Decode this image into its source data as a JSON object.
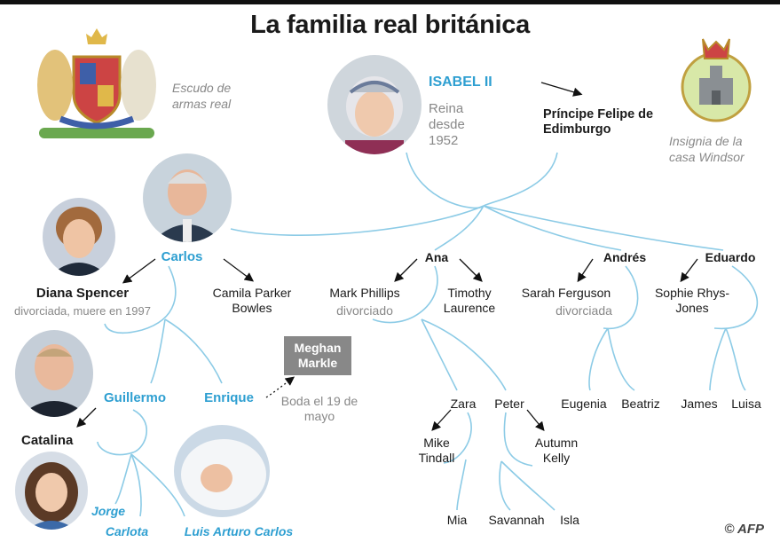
{
  "title": "La familia real británica",
  "emblems": {
    "arms_caption": "Escudo de armas real",
    "windsor_caption": "Insignia de la casa Windsor"
  },
  "queen": {
    "name": "ISABEL II",
    "subtitle": "Reina desde 1952"
  },
  "philip": {
    "name": "Príncipe Felipe de Edimburgo"
  },
  "children": {
    "carlos": "Carlos",
    "ana": "Ana",
    "andres": "Andrés",
    "eduardo": "Eduardo"
  },
  "spouses": {
    "diana": {
      "name": "Diana Spencer",
      "note": "divorciada, muere en 1997"
    },
    "camila": {
      "name": "Camila Parker Bowles"
    },
    "mark": {
      "name": "Mark Phillips",
      "note": "divorciado"
    },
    "timothy": {
      "name": "Timothy Laurence"
    },
    "sarah": {
      "name": "Sarah Ferguson",
      "note": "divorciada"
    },
    "sophie": {
      "name": "Sophie Rhys-Jones"
    }
  },
  "grandchildren": {
    "guillermo": "Guillermo",
    "enrique": "Enrique",
    "catalina": "Catalina",
    "meghan": "Meghan Markle",
    "wedding": "Boda el 19 de mayo",
    "zara": "Zara",
    "peter": "Peter",
    "mike": "Mike Tindall",
    "autumn": "Autumn Kelly",
    "eugenia": "Eugenia",
    "beatriz": "Beatriz",
    "james": "James",
    "luisa": "Luisa"
  },
  "great_grandchildren": {
    "jorge": "Jorge",
    "carlota": "Carlota",
    "luis": "Luis Arturo Carlos",
    "mia": "Mia",
    "savannah": "Savannah",
    "isla": "Isla"
  },
  "credit": "© AFP",
  "colors": {
    "accent": "#2e9fd1",
    "muted": "#888888",
    "line": "#8ccbe6"
  }
}
